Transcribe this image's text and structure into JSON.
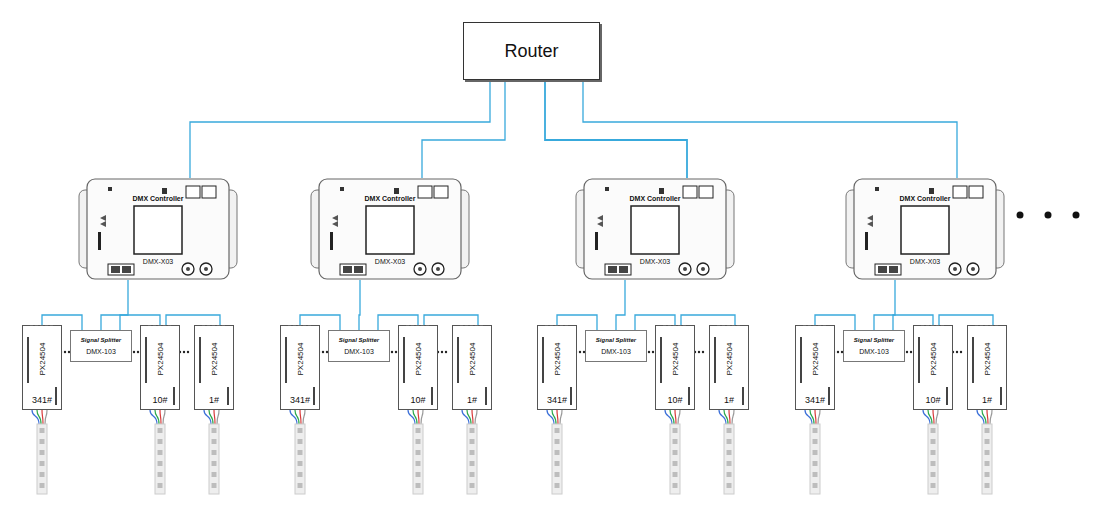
{
  "diagram": {
    "nodes": [
      {
        "text": [
          "Router"
        ]
      },
      {
        "text": [
          "DMX Controller",
          "DMX-X03"
        ]
      },
      {
        "text": [
          "PX24504",
          "341#"
        ]
      },
      {
        "text": [
          "Signal Splitter",
          "DMX-103"
        ]
      },
      {
        "text": [
          "PX24504",
          "10#"
        ]
      },
      {
        "text": [
          "PX24504",
          "1#"
        ]
      },
      {
        "text": [
          "DMX Controller",
          "DMX-X03"
        ]
      },
      {
        "text": [
          "PX24504",
          "341#"
        ]
      },
      {
        "text": [
          "Signal Splitter",
          "DMX-103"
        ]
      },
      {
        "text": [
          "PX24504",
          "10#"
        ]
      },
      {
        "text": [
          "PX24504",
          "1#"
        ]
      },
      {
        "text": [
          "DMX Controller",
          "DMX-X03"
        ]
      },
      {
        "text": [
          "PX24504",
          "341#"
        ]
      },
      {
        "text": [
          "Signal Splitter",
          "DMX-103"
        ]
      },
      {
        "text": [
          "PX24504",
          "10#"
        ]
      },
      {
        "text": [
          "PX24504",
          "1#"
        ]
      },
      {
        "text": [
          "DMX Controller",
          "DMX-X03"
        ]
      },
      {
        "text": [
          "PX24504",
          "341#"
        ]
      },
      {
        "text": [
          "Signal Splitter",
          "DMX-103"
        ]
      },
      {
        "text": [
          "PX24504",
          "10#"
        ]
      },
      {
        "text": [
          "PX24504",
          "1#"
        ]
      }
    ],
    "edges": [
      {
        "from": 0,
        "to": 1,
        "arrow": "none"
      },
      {
        "from": 0,
        "to": 6,
        "arrow": "none"
      },
      {
        "from": 0,
        "to": 11,
        "arrow": "none"
      },
      {
        "from": 0,
        "to": 16,
        "arrow": "none"
      },
      {
        "from": 1,
        "to": 3,
        "arrow": "none"
      },
      {
        "from": 3,
        "to": 2,
        "arrow": "none"
      },
      {
        "from": 3,
        "to": 4,
        "arrow": "none"
      },
      {
        "from": 4,
        "to": 5,
        "arrow": "none"
      },
      {
        "from": 6,
        "to": 8,
        "arrow": "none"
      },
      {
        "from": 8,
        "to": 7,
        "arrow": "none"
      },
      {
        "from": 8,
        "to": 9,
        "arrow": "none"
      },
      {
        "from": 9,
        "to": 10,
        "arrow": "none"
      },
      {
        "from": 11,
        "to": 13,
        "arrow": "none"
      },
      {
        "from": 13,
        "to": 12,
        "arrow": "none"
      },
      {
        "from": 13,
        "to": 14,
        "arrow": "none"
      },
      {
        "from": 14,
        "to": 15,
        "arrow": "none"
      },
      {
        "from": 16,
        "to": 18,
        "arrow": "none"
      },
      {
        "from": 18,
        "to": 17,
        "arrow": "none"
      },
      {
        "from": 18,
        "to": 19,
        "arrow": "none"
      },
      {
        "from": 19,
        "to": 20,
        "arrow": "none"
      }
    ]
  }
}
